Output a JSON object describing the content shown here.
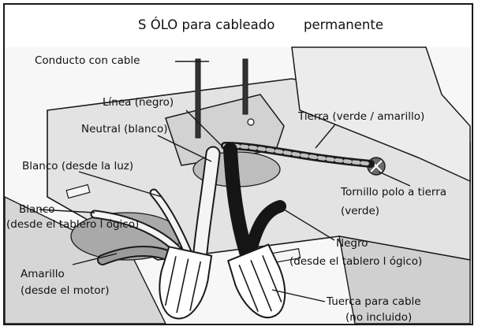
{
  "title": {
    "part1": "S ÓLO para cableado",
    "part2": "permanente"
  },
  "labels": {
    "conduit": "Conducto con cable",
    "line": "Línea  (negro)",
    "neutral": "Neutral  (blanco)",
    "white_light": "Blanco (desde la luz)",
    "white_board_1": "Blanco",
    "white_board_2": "(desde el tablero l  ógico)",
    "yellow_1": "Amarillo",
    "yellow_2": "(desde el motor)",
    "ground": "Tierra (verde / amarillo)",
    "ground_screw_1": "Tornillo polo a tierra",
    "ground_screw_2": "(verde)",
    "black_1": "Negro",
    "black_2": "(desde el tablero l    ógico)",
    "nut_1": "Tuerca para cable",
    "nut_2": "(no incluido)"
  },
  "colors": {
    "outline": "#1a1a1a",
    "metal_light": "#e2e2e2",
    "metal_mid": "#c9c9c9",
    "metal_dark": "#8e8e8e",
    "wire_black": "#151515",
    "wire_white": "#f4f4f4",
    "wire_gray": "#9b9b9b"
  }
}
